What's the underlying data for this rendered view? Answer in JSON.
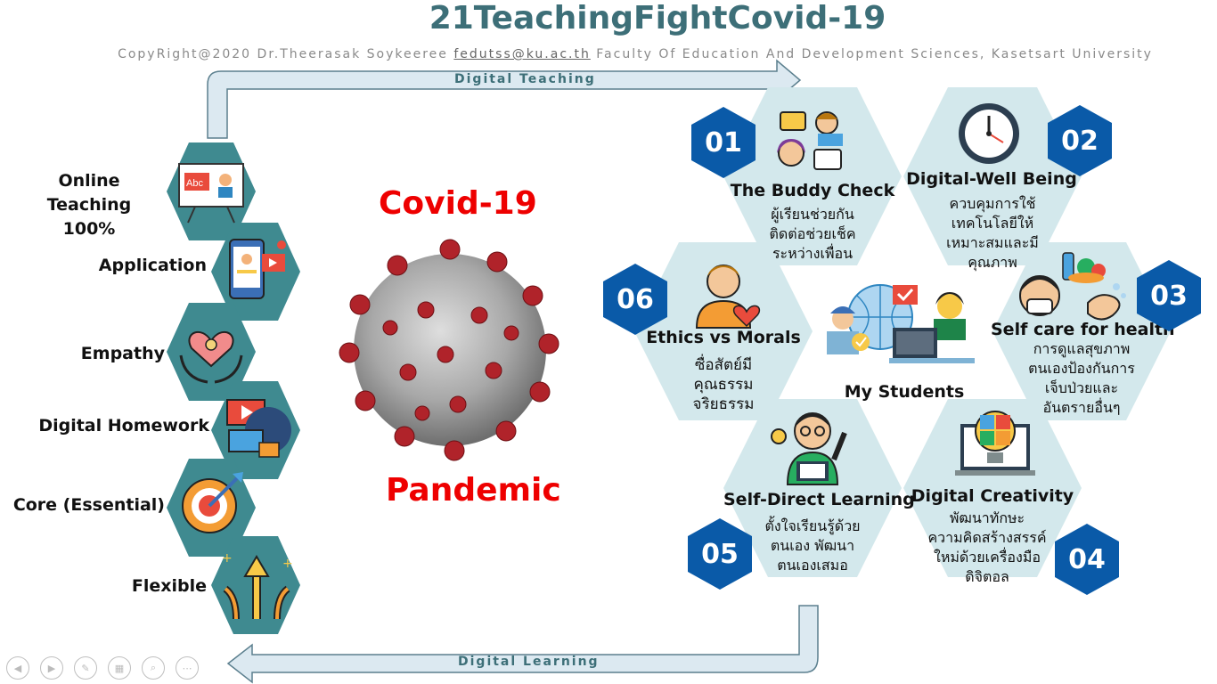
{
  "header": {
    "title": "21TeachingFightCovid-19",
    "copyright_prefix": "CopyRight@2020 Dr.Theerasak Soykeeree",
    "email": "fedutss@ku.ac.th",
    "copyright_suffix": "Faculty Of Education And Development Sciences, Kasetsart University"
  },
  "arrows": {
    "top_label": "Digital Teaching",
    "bottom_label": "Digital Learning"
  },
  "left_items": [
    {
      "label": "Online Teaching",
      "label2": "100%"
    },
    {
      "label": "Application"
    },
    {
      "label": "Empathy"
    },
    {
      "label": "Digital Homework"
    },
    {
      "label": "Core (Essential)"
    },
    {
      "label": "Flexible"
    }
  ],
  "center": {
    "top_label": "Covid-19",
    "bottom_label": "Pandemic"
  },
  "hub": {
    "label": "My Students",
    "items": [
      {
        "number": "01",
        "title": "The Buddy Check",
        "lines": [
          "ผู้เรียนช่วยกัน",
          "ติดต่อช่วยเช็ค",
          "ระหว่างเพื่อน"
        ]
      },
      {
        "number": "02",
        "title": "Digital-Well Being",
        "lines": [
          "ควบคุมการใช้",
          "เทคโนโลยีให้",
          "เหมาะสมและมี",
          "คุณภาพ"
        ]
      },
      {
        "number": "03",
        "title": "Self care for health",
        "lines": [
          "การดูแลสุขภาพ",
          "ตนเองป้องกันการ",
          "เจ็บป่วยและ",
          "อันตรายอื่นๆ"
        ]
      },
      {
        "number": "04",
        "title": "Digital Creativity",
        "lines": [
          "พัฒนาทักษะ",
          "ความคิดสร้างสรรค์",
          "ใหม่ด้วยเครื่องมือ",
          "ดิจิตอล"
        ]
      },
      {
        "number": "05",
        "title": "Self-Direct Learning",
        "lines": [
          "ตั้งใจเรียนรู้ด้วย",
          "ตนเอง พัฒนา",
          "ตนเองเสมอ"
        ]
      },
      {
        "number": "06",
        "title": "Ethics vs Morals",
        "lines": [
          "ซื่อสัตย์มี",
          "คุณธรรม",
          "จริยธรรม"
        ]
      }
    ]
  },
  "colors": {
    "title": "#3d6f78",
    "accent_blue": "#0a5aa8",
    "hex_fill": "#d3e8ec",
    "left_hex": "#3f8a90",
    "red": "#e00000"
  }
}
